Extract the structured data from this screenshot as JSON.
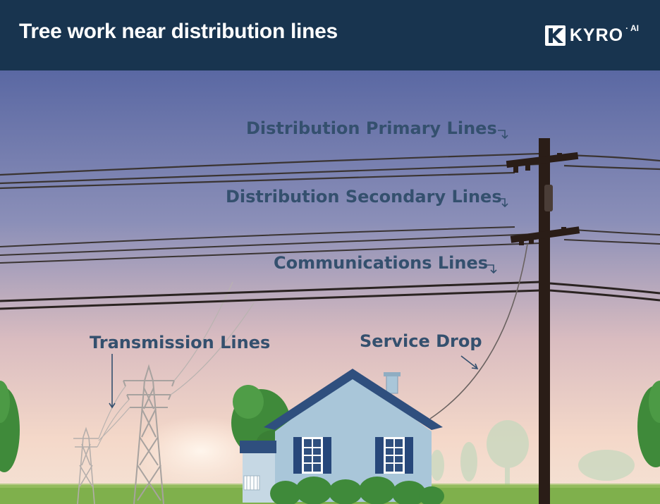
{
  "header": {
    "title": "Tree work near distribution lines",
    "brand_name": "KYRO",
    "brand_suffix": "· AI"
  },
  "labels": {
    "primary": "Distribution Primary Lines",
    "secondary": "Distribution Secondary Lines",
    "communications": "Communications Lines",
    "transmission": "Transmission Lines",
    "service_drop": "Service Drop"
  },
  "colors": {
    "header_bg": "#18344f",
    "label_text": "#34506e",
    "sky_top": "#5a68a3",
    "sky_bottom": "#f2d3c6",
    "grass": "#7fb04c",
    "house_wall": "#a9c6d9",
    "house_roof": "#2f4f7e",
    "pole": "#2a1d17"
  }
}
